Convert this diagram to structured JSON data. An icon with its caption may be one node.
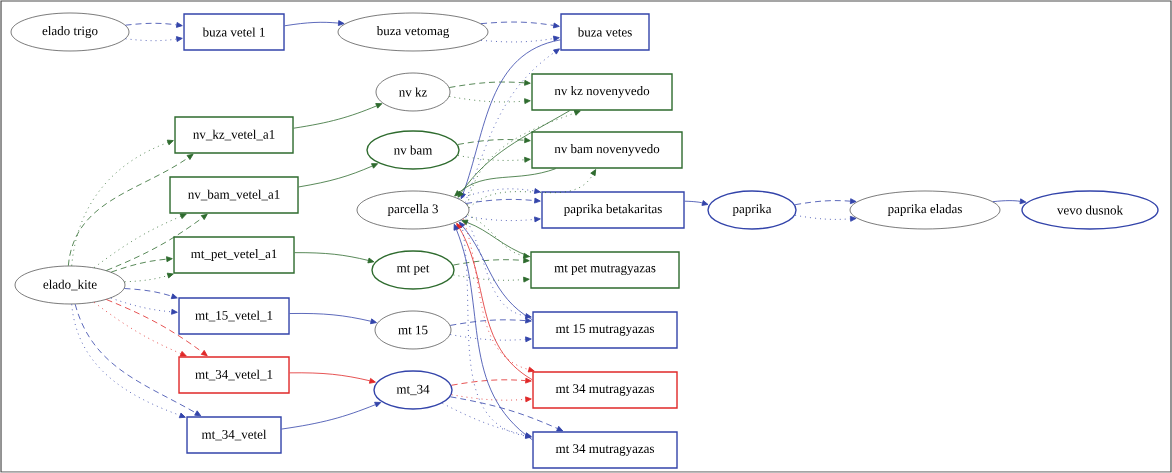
{
  "diagram": {
    "nodes": [
      {
        "text": [
          "elado trigo"
        ]
      },
      {
        "text": [
          "buza vetel 1"
        ]
      },
      {
        "text": [
          "buza vetomag"
        ]
      },
      {
        "text": [
          "buza vetes"
        ]
      },
      {
        "text": [
          "nv kz"
        ]
      },
      {
        "text": [
          "nv kz novenyvedo"
        ]
      },
      {
        "text": [
          "nv_kz_vetel_a1"
        ]
      },
      {
        "text": [
          "nv bam"
        ]
      },
      {
        "text": [
          "nv bam novenyvedo"
        ]
      },
      {
        "text": [
          "nv_bam_vetel_a1"
        ]
      },
      {
        "text": [
          "parcella 3"
        ]
      },
      {
        "text": [
          "paprika betakaritas"
        ]
      },
      {
        "text": [
          "paprika"
        ]
      },
      {
        "text": [
          "paprika eladas"
        ]
      },
      {
        "text": [
          "vevo dusnok"
        ]
      },
      {
        "text": [
          "elado_kite"
        ]
      },
      {
        "text": [
          "mt_pet_vetel_a1"
        ]
      },
      {
        "text": [
          "mt pet"
        ]
      },
      {
        "text": [
          "mt pet mutragyazas"
        ]
      },
      {
        "text": [
          "mt_15_vetel_1"
        ]
      },
      {
        "text": [
          "mt 15"
        ]
      },
      {
        "text": [
          "mt 15 mutragyazas"
        ]
      },
      {
        "text": [
          "mt_34_vetel_1"
        ]
      },
      {
        "text": [
          "mt_34"
        ]
      },
      {
        "text": [
          "mt 34 mutragyazas"
        ]
      },
      {
        "text": [
          "mt_34_vetel"
        ]
      },
      {
        "text": [
          "mt 34 mutragyazas"
        ]
      }
    ],
    "edges": [
      {
        "from": 0,
        "to": 1,
        "arrow": "to",
        "style": "dashed"
      },
      {
        "from": 0,
        "to": 1,
        "arrow": "to",
        "style": "dashed"
      },
      {
        "from": 1,
        "to": 2,
        "arrow": "to"
      },
      {
        "from": 2,
        "to": 3,
        "arrow": "to",
        "style": "dashed"
      },
      {
        "from": 2,
        "to": 3,
        "arrow": "to",
        "style": "dashed"
      },
      {
        "from": 6,
        "to": 4,
        "arrow": "to",
        "color": "#2e6b2e"
      },
      {
        "from": 4,
        "to": 5,
        "arrow": "to",
        "style": "dashed",
        "color": "#2e6b2e"
      },
      {
        "from": 4,
        "to": 5,
        "arrow": "to",
        "style": "dashed",
        "color": "#2e6b2e"
      },
      {
        "from": 9,
        "to": 7,
        "arrow": "to",
        "color": "#2e6b2e"
      },
      {
        "from": 7,
        "to": 8,
        "arrow": "to",
        "style": "dashed",
        "color": "#2e6b2e"
      },
      {
        "from": 7,
        "to": 8,
        "arrow": "to",
        "style": "dashed",
        "color": "#2e6b2e"
      },
      {
        "from": 3,
        "to": 10,
        "arrow": "to"
      },
      {
        "from": 10,
        "to": 3,
        "arrow": "to",
        "style": "dashed"
      },
      {
        "from": 5,
        "to": 10,
        "arrow": "to",
        "color": "#2e6b2e"
      },
      {
        "from": 10,
        "to": 5,
        "arrow": "to",
        "style": "dashed",
        "color": "#2e6b2e"
      },
      {
        "from": 8,
        "to": 10,
        "arrow": "to",
        "color": "#2e6b2e"
      },
      {
        "from": 10,
        "to": 8,
        "arrow": "to",
        "style": "dashed",
        "color": "#2e6b2e"
      },
      {
        "from": 10,
        "to": 11,
        "arrow": "to",
        "style": "dashed"
      },
      {
        "from": 10,
        "to": 11,
        "arrow": "to",
        "style": "dashed"
      },
      {
        "from": 10,
        "to": 11,
        "arrow": "to",
        "style": "dashed"
      },
      {
        "from": 11,
        "to": 12,
        "arrow": "to"
      },
      {
        "from": 12,
        "to": 13,
        "arrow": "to",
        "style": "dashed"
      },
      {
        "from": 12,
        "to": 13,
        "arrow": "to",
        "style": "dashed"
      },
      {
        "from": 13,
        "to": 14,
        "arrow": "to"
      },
      {
        "from": 15,
        "to": 6,
        "arrow": "to",
        "style": "dashed",
        "color": "#2e6b2e"
      },
      {
        "from": 15,
        "to": 6,
        "arrow": "to",
        "style": "dashed",
        "color": "#2e6b2e"
      },
      {
        "from": 15,
        "to": 9,
        "arrow": "to",
        "style": "dashed",
        "color": "#2e6b2e"
      },
      {
        "from": 15,
        "to": 9,
        "arrow": "to",
        "style": "dashed",
        "color": "#2e6b2e"
      },
      {
        "from": 15,
        "to": 16,
        "arrow": "to",
        "style": "dashed",
        "color": "#2e6b2e"
      },
      {
        "from": 15,
        "to": 16,
        "arrow": "to",
        "style": "dashed",
        "color": "#2e6b2e"
      },
      {
        "from": 15,
        "to": 19,
        "arrow": "to",
        "style": "dashed"
      },
      {
        "from": 15,
        "to": 19,
        "arrow": "to",
        "style": "dashed"
      },
      {
        "from": 15,
        "to": 22,
        "arrow": "to",
        "style": "dashed",
        "color": "#e02828"
      },
      {
        "from": 15,
        "to": 22,
        "arrow": "to",
        "style": "dashed",
        "color": "#e02828"
      },
      {
        "from": 15,
        "to": 25,
        "arrow": "to",
        "style": "dashed"
      },
      {
        "from": 15,
        "to": 25,
        "arrow": "to",
        "style": "dashed"
      },
      {
        "from": 16,
        "to": 17,
        "arrow": "to",
        "color": "#2e6b2e"
      },
      {
        "from": 17,
        "to": 18,
        "arrow": "to",
        "style": "dashed",
        "color": "#2e6b2e"
      },
      {
        "from": 17,
        "to": 18,
        "arrow": "to",
        "style": "dashed",
        "color": "#2e6b2e"
      },
      {
        "from": 10,
        "to": 18,
        "arrow": "to",
        "style": "dashed",
        "color": "#2e6b2e"
      },
      {
        "from": 18,
        "to": 10,
        "arrow": "to",
        "color": "#2e6b2e"
      },
      {
        "from": 19,
        "to": 20,
        "arrow": "to"
      },
      {
        "from": 20,
        "to": 21,
        "arrow": "to",
        "style": "dashed"
      },
      {
        "from": 20,
        "to": 21,
        "arrow": "to",
        "style": "dashed"
      },
      {
        "from": 10,
        "to": 21,
        "arrow": "to",
        "style": "dashed"
      },
      {
        "from": 21,
        "to": 10,
        "arrow": "to"
      },
      {
        "from": 22,
        "to": 23,
        "arrow": "to",
        "color": "#e02828"
      },
      {
        "from": 25,
        "to": 23,
        "arrow": "to"
      },
      {
        "from": 23,
        "to": 24,
        "arrow": "to",
        "style": "dashed",
        "color": "#e02828"
      },
      {
        "from": 23,
        "to": 24,
        "arrow": "to",
        "style": "dashed",
        "color": "#e02828"
      },
      {
        "from": 10,
        "to": 24,
        "arrow": "to",
        "style": "dashed",
        "color": "#e02828"
      },
      {
        "from": 24,
        "to": 10,
        "arrow": "to",
        "color": "#e02828"
      },
      {
        "from": 23,
        "to": 26,
        "arrow": "to",
        "style": "dashed"
      },
      {
        "from": 23,
        "to": 26,
        "arrow": "to",
        "style": "dashed"
      },
      {
        "from": 10,
        "to": 26,
        "arrow": "to",
        "style": "dashed"
      },
      {
        "from": 26,
        "to": 10,
        "arrow": "to"
      }
    ]
  }
}
